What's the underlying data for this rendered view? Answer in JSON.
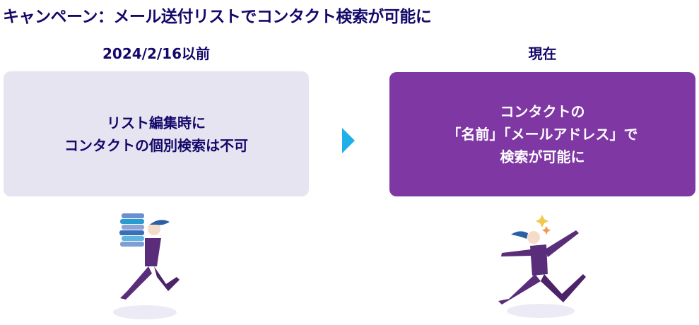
{
  "title": "キャンペーン：メール送付リストでコンタクト検索が可能に",
  "before": {
    "label": "2024/2/16以前",
    "lines": [
      "リスト編集時に",
      "コンタクトの個別検索は不可"
    ]
  },
  "after": {
    "label": "現在",
    "lines": [
      "コンタクトの",
      "「名前」「メールアドレス」で",
      "検索が可能に"
    ]
  },
  "colors": {
    "text": "#14086a",
    "before_bg": "#e6e4f1",
    "after_bg": "#7f37a3",
    "arrow": "#1fb0ea"
  }
}
